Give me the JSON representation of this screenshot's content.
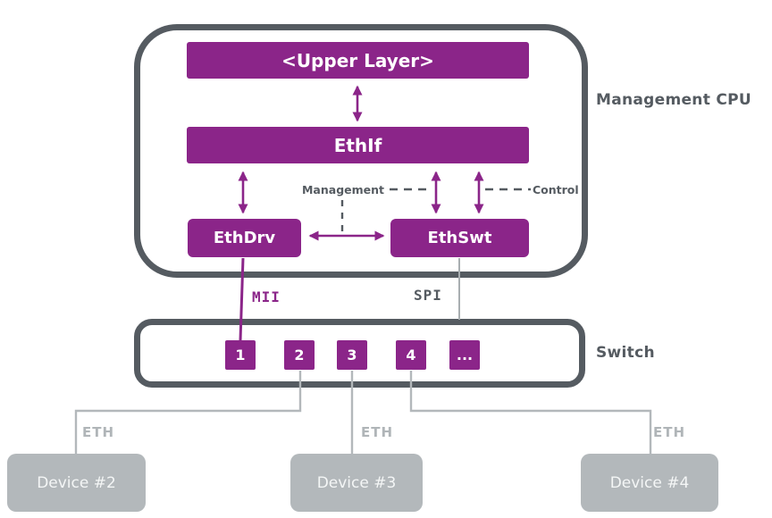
{
  "colors": {
    "module_purple": "#8b2589",
    "outline_dark": "#555b61",
    "device_gray": "#b3b8bb",
    "wire_gray": "#b3b8bb",
    "label_gray": "#b0b5b8"
  },
  "cpu": {
    "label": "Management CPU",
    "blocks": {
      "upper_layer": "<Upper Layer>",
      "ethif": "EthIf",
      "ethdrv": "EthDrv",
      "ethswt": "EthSwt"
    },
    "annotations": {
      "management": "Management",
      "control": "Control"
    }
  },
  "buses": {
    "mii": "MII",
    "spi": "SPI"
  },
  "switch": {
    "label": "Switch",
    "ports": [
      "1",
      "2",
      "3",
      "4",
      "..."
    ]
  },
  "eth_labels": [
    "ETH",
    "ETH",
    "ETH"
  ],
  "devices": [
    {
      "label": "Device #2"
    },
    {
      "label": "Device #3"
    },
    {
      "label": "Device #4"
    }
  ]
}
